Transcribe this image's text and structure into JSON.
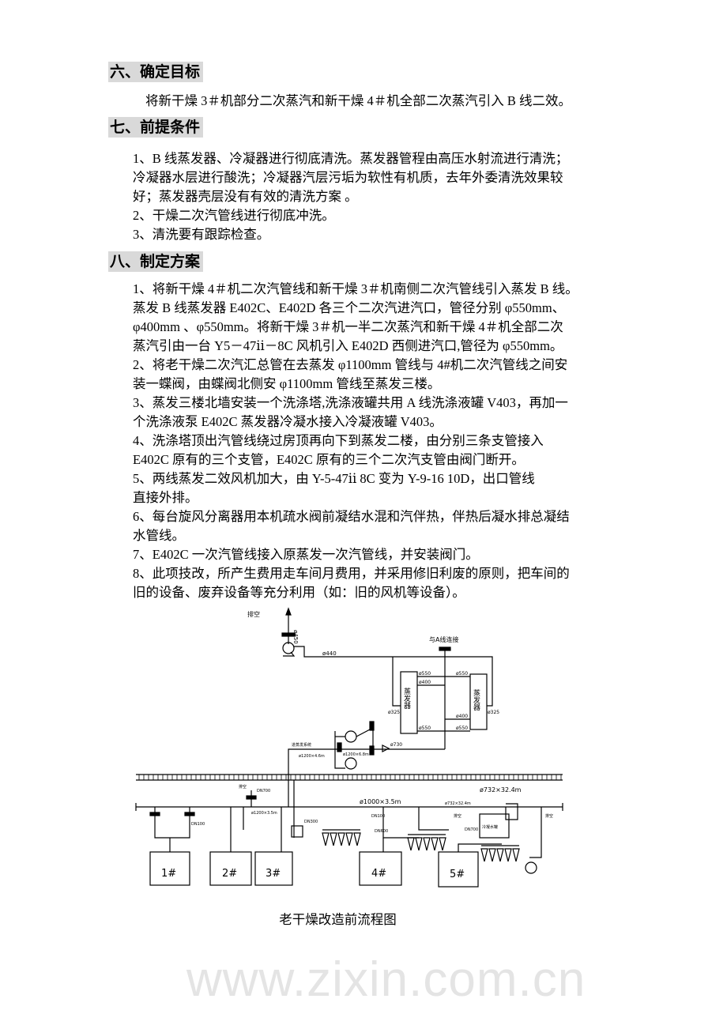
{
  "sections": [
    {
      "heading": "六、确定目标",
      "lines": [
        "将新干燥 3＃机部分二次蒸汽和新干燥 4＃机全部二次蒸汽引入 B 线二效。"
      ]
    },
    {
      "heading": "七、前提条件",
      "lines": [
        "1、B 线蒸发器、冷凝器进行彻底清洗。蒸发器管程由高压水射流进行清洗；",
        "冷凝器水层进行酸洗；冷凝器汽层污垢为软性有机质，去年外委清洗效果较",
        "好；蒸发器壳层没有有效的清洗方案  。",
        "2、干燥二次汽管线进行彻底冲洗。",
        "3、清洗要有跟踪检查。"
      ]
    },
    {
      "heading": "八、制定方案",
      "lines": [
        "1、将新干燥 4＃机二次汽管线和新干燥 3＃机南侧二次汽管线引入蒸发 B 线。",
        "蒸发 B 线蒸发器 E402C、E402D 各三个二次汽进汽口，管径分别 φ550mm、",
        "φ400mm  、φ550mm。将新干燥 3＃机一半二次蒸汽和新干燥 4＃机全部二次",
        "蒸汽引由一台 Y5－47ⅱ－8C 风机引入 E402D 西侧进汽口,管径为 φ550mm。",
        "2、将老干燥二次汽汇总管在去蒸发 φ1100mm 管线与 4#机二次汽管线之间安",
        "装一蝶阀，由蝶阀北侧安 φ1100mm 管线至蒸发三楼。",
        "3、蒸发三楼北墙安装一个洗涤塔,洗涤液罐共用 A 线洗涤液罐 V403，再加一",
        "个洗涤液泵 E402C 蒸发器冷凝水接入冷凝液罐 V403。",
        "4、洗涤塔顶出汽管线绕过房顶再向下到蒸发二楼，由分别三条支管接入",
        "E402C 原有的三个支管，E402C 原有的三个二次汽支管由阀门断开。",
        "5、两线蒸发二效风机加大，由 Y-5-47ⅱ   8C 变为 Y-9-16   10D，出口管线",
        "直接外排。",
        "6、每台旋风分离器用本机疏水阀前凝结水混和汽伴热，伴热后凝水排总凝结",
        "水管线。",
        "7、E402C 一次汽管线接入原蒸发一次汽管线，并安装阀门。",
        "8、此项技改，所产生费用走车间月费用，并采用修旧利废的原则，把车间的",
        "旧的设备、废弃设备等充分利用（如：旧的风机等设备）。"
      ]
    }
  ],
  "watermark": "www.zixin.com.cn",
  "diagram": {
    "vent": "排空",
    "vent_pipe": "ø450",
    "a_line": "与A线连接",
    "pipe_440": "ø440",
    "evaporator": "蒸发器",
    "d550a": "ø550",
    "d400a": "ø400",
    "d550b": "ø550",
    "d550c": "ø550",
    "d400b": "ø400",
    "d550d": "ø550",
    "d325a": "ø325",
    "d325b": "ø325",
    "to_evap": "进蒸发系统",
    "p1200_46": "ø1200×4.6m",
    "p1200_68": "ø1200×6.8m",
    "p730": "ø730",
    "dn700a": "DN700",
    "dn100a": "DN100",
    "p1200_35": "ø1200×3.5m",
    "dn300": "DN300",
    "p1000": "ø1000×3.5m",
    "dn100b": "DN100",
    "dn600": "DN600",
    "p732_small": "ø732×32.4m",
    "p732_big": "ø732×32.4m",
    "dn700b": "DN700",
    "cool_tank": "冷凝水罐",
    "tanks": [
      "1#",
      "2#",
      "3#",
      "4#",
      "5#"
    ],
    "caption": "老干燥改造前流程图"
  }
}
